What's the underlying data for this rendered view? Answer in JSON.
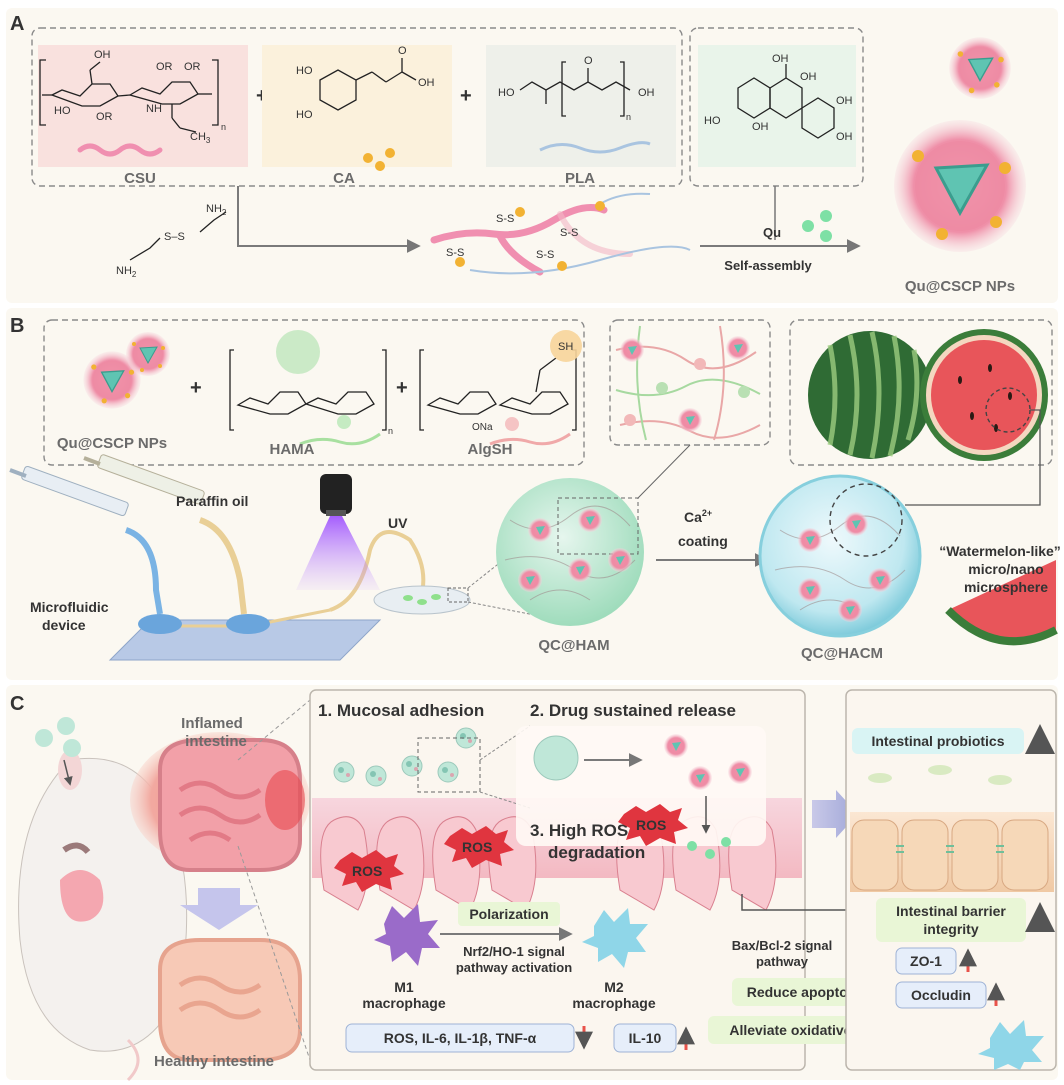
{
  "panel_a": {
    "label": "A",
    "csu": "CSU",
    "ca": "CA",
    "pla": "PLA",
    "qu": "Qu",
    "self_assembly": "Self-assembly",
    "product": "Qu@CSCP NPs",
    "plus": "+",
    "n": "n",
    "chem": {
      "cooh": "OH",
      "or": "OR",
      "ho": "HO",
      "nh": "NH",
      "ch3": "CH",
      "three": "3",
      "nh2": "NH",
      "two": "2",
      "ss": "S–S",
      "oh": "OH",
      "o": "O",
      "ss_link": "S-S"
    }
  },
  "panel_b": {
    "label": "B",
    "np": "Qu@CSCP NPs",
    "hama": "HAMA",
    "algsh": "AlgSH",
    "paraffin": "Paraffin oil",
    "uv": "UV",
    "microfluidic_line1": "Microfluidic",
    "microfluidic_line2": "device",
    "ca_label": "Ca",
    "ca_sup": "2+",
    "coating": "coating",
    "qc_ham": "QC@HAM",
    "qc_hacm": "QC@HACM",
    "watermelon_line1": "“Watermelon-like”",
    "watermelon_line2": "micro/nano",
    "watermelon_line3": "microsphere",
    "sh": "SH",
    "ono2": "ONa",
    "n": "n"
  },
  "panel_c": {
    "label": "C",
    "inflamed_line1": "Inflamed",
    "inflamed_line2": "intestine",
    "healthy": "Healthy intestine",
    "step1": "1. Mucosal adhesion",
    "step2": "2. Drug sustained release",
    "step3_line1": "3. High ROS",
    "step3_line2": "degradation",
    "ros": "ROS",
    "polarization": "Polarization",
    "nrf2_line1": "Nrf2/HO-1 signal",
    "nrf2_line2": "pathway activation",
    "m1_line1": "M1",
    "m1_line2": "macrophage",
    "m2_line1": "M2",
    "m2_line2": "macrophage",
    "cytokines": "ROS,  IL-6,  IL-1β,  TNF-α",
    "il10": "IL-10",
    "bax_line1": "Bax/Bcl-2 signal",
    "bax_line2": "pathway",
    "reduce_apoptosis": "Reduce apoptosis",
    "alleviate": "Alleviate oxidative stress",
    "probiotics": "Intestinal probiotics",
    "barrier_line1": "Intestinal barrier",
    "barrier_line2": "integrity",
    "zo1": "ZO-1",
    "occludin": "Occludin"
  },
  "colors": {
    "panel_bg": "#fbf8f1",
    "csu_bg": "#f9e1de",
    "ca_bg": "#fbf1dc",
    "pla_bg": "#eef0ea",
    "qu_bg": "#e9f4ea",
    "up_arrow": "#e8524a",
    "down_arrow": "#e8524a",
    "tag_green": "#e9f6d6",
    "tag_cyan": "#d9f4f4",
    "tag_blue": "#e6eefa"
  }
}
